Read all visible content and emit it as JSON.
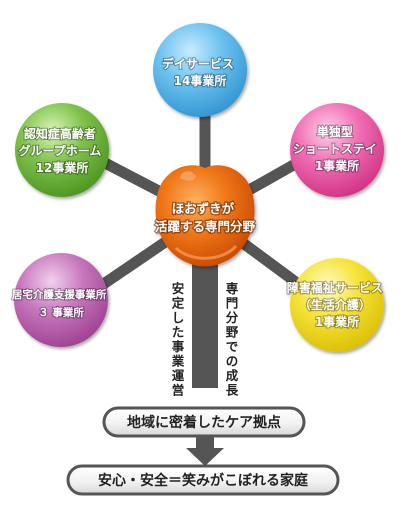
{
  "center": {
    "lines": [
      "ほおずきが",
      "活躍する専門分野"
    ],
    "color": "#e8620a"
  },
  "nodes": [
    {
      "id": "day-service",
      "lines": [
        "デイサービス",
        "14事業所"
      ],
      "color": "#3a9fd6"
    },
    {
      "id": "short-stay",
      "lines": [
        "単独型",
        "ショートステイ",
        "1事業所"
      ],
      "color": "#d63a8a"
    },
    {
      "id": "disability-welfare",
      "lines": [
        "障害福祉サービス",
        "（生活介護）",
        "1事業所"
      ],
      "color": "#e6c800"
    },
    {
      "id": "home-care-support",
      "lines": [
        "居宅介護支援事業所",
        "３ 事業所"
      ],
      "color": "#b24fa0"
    },
    {
      "id": "group-home",
      "lines": [
        "認知症高齢者",
        "グループホーム",
        "12事業所"
      ],
      "color": "#5aa52a"
    }
  ],
  "arrows": {
    "left_label": "安定した事業運営",
    "right_label": "専門分野での成長"
  },
  "boxes": {
    "base": "地域に密着したケア拠点",
    "goal": "安心・安全＝笑みがこぼれる家庭"
  }
}
